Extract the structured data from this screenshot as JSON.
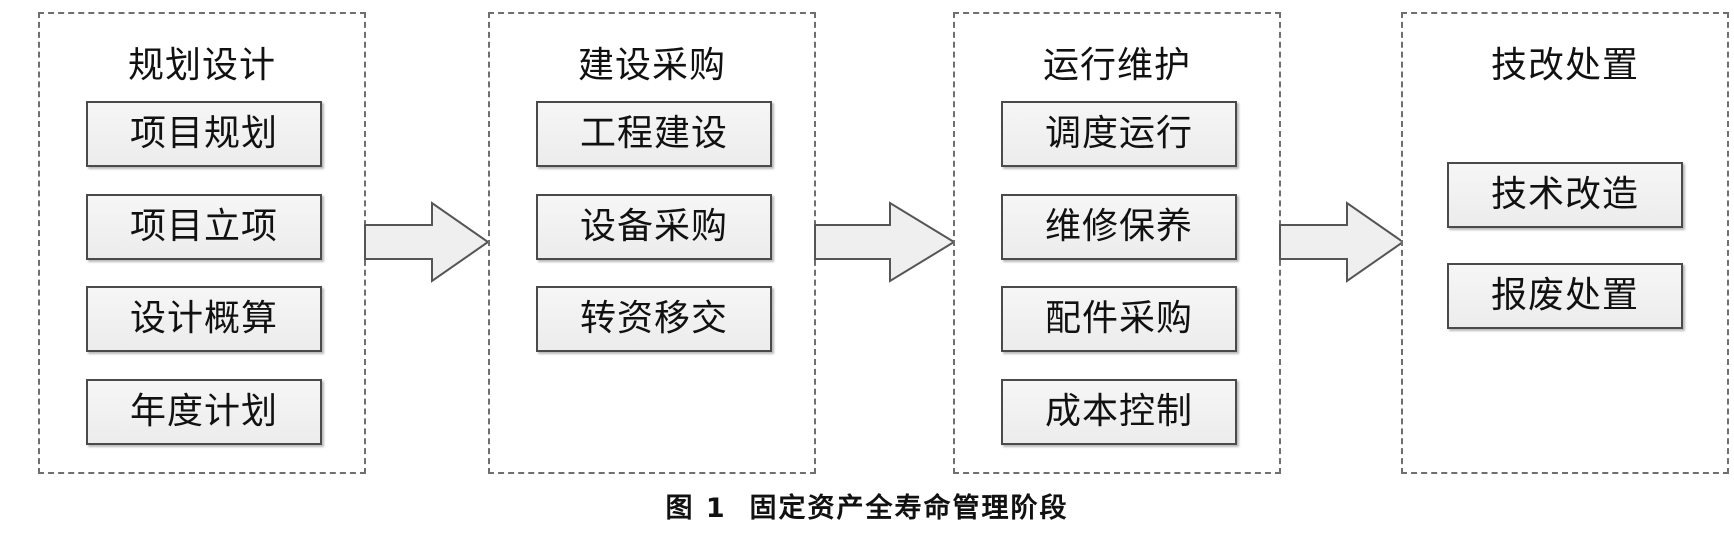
{
  "stages": [
    {
      "title": "规划设计",
      "tasks": [
        "项目规划",
        "项目立项",
        "设计概算",
        "年度计划"
      ]
    },
    {
      "title": "建设采购",
      "tasks": [
        "工程建设",
        "设备采购",
        "转资移交"
      ]
    },
    {
      "title": "运行维护",
      "tasks": [
        "调度运行",
        "维修保养",
        "配件采购",
        "成本控制"
      ]
    },
    {
      "title": "技改处置",
      "tasks": [
        "技术改造",
        "报废处置"
      ]
    }
  ],
  "caption": "图 1  固定资产全寿命管理阶段",
  "colors": {
    "dashed_border": "#6f6f6f",
    "task_fill": "#efefef",
    "task_border": "#4a4a4a",
    "arrow_fill": "#efefef",
    "arrow_stroke": "#555555"
  }
}
